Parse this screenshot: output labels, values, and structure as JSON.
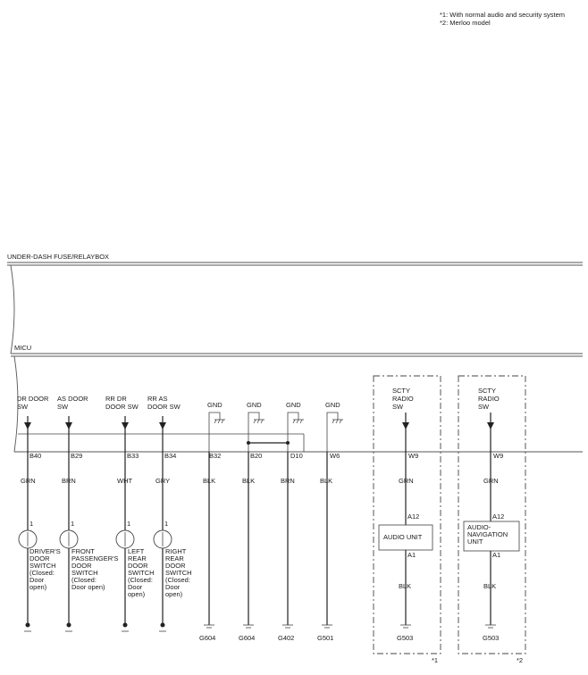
{
  "notes": [
    "*1: With normal audio and security system",
    "*2: Merloo model"
  ],
  "fuse_box_label": "UNDER-DASH FUSE/RELAYBOX",
  "micu_label": "MICU",
  "columns": [
    {
      "name": [
        "DR DOOR",
        "SW"
      ],
      "pin": "B40",
      "wire": "GRN",
      "connector_pin": "1",
      "device": [
        "DRIVER'S",
        "DOOR",
        "SWITCH",
        "(Closed:",
        "Door",
        "open)"
      ]
    },
    {
      "name": [
        "AS DOOR",
        "SW"
      ],
      "pin": "B29",
      "wire": "BRN",
      "connector_pin": "1",
      "device": [
        "FRONT",
        "PASSENGER'S",
        "DOOR",
        "SWITCH",
        "(Closed:",
        "Door open)"
      ]
    },
    {
      "name": [
        "RR DR",
        "DOOR SW"
      ],
      "pin": "B33",
      "wire": "WHT",
      "connector_pin": "1",
      "device": [
        "LEFT",
        "REAR",
        "DOOR",
        "SWITCH",
        "(Closed:",
        "Door",
        "open)"
      ]
    },
    {
      "name": [
        "RR AS",
        "DOOR SW"
      ],
      "pin": "B34",
      "wire": "GRY",
      "connector_pin": "1",
      "device": [
        "RIGHT",
        "REAR",
        "DOOR",
        "SWITCH",
        "(Closed:",
        "Door",
        "open)"
      ]
    },
    {
      "name": [
        "GND"
      ],
      "pin": "B32",
      "wire": "BLK",
      "ground": "G604"
    },
    {
      "name": [
        "GND"
      ],
      "pin": "B20",
      "wire": "BLK",
      "ground": "G604"
    },
    {
      "name": [
        "GND"
      ],
      "pin": "D10",
      "wire": "BRN",
      "ground": "G402"
    },
    {
      "name": [
        "GND"
      ],
      "pin": "W6",
      "wire": "BLK",
      "ground": "G501"
    }
  ],
  "radio_blocks": [
    {
      "name": [
        "SCTY",
        "RADIO",
        "SW"
      ],
      "pin": "W9",
      "wire_top": "GRN",
      "unit_pin_top": "A12",
      "unit": [
        "AUDIO UNIT"
      ],
      "unit_pin_bottom": "A1",
      "wire_bottom": "BLK",
      "ground": "G503",
      "note": "*1"
    },
    {
      "name": [
        "SCTY",
        "RADIO",
        "SW"
      ],
      "pin": "W9",
      "wire_top": "GRN",
      "unit_pin_top": "A12",
      "unit": [
        "AUDIO-",
        "NAVIGATION",
        "UNIT"
      ],
      "unit_pin_bottom": "A1",
      "wire_bottom": "BLK",
      "ground": "G503",
      "note": "*2"
    }
  ]
}
